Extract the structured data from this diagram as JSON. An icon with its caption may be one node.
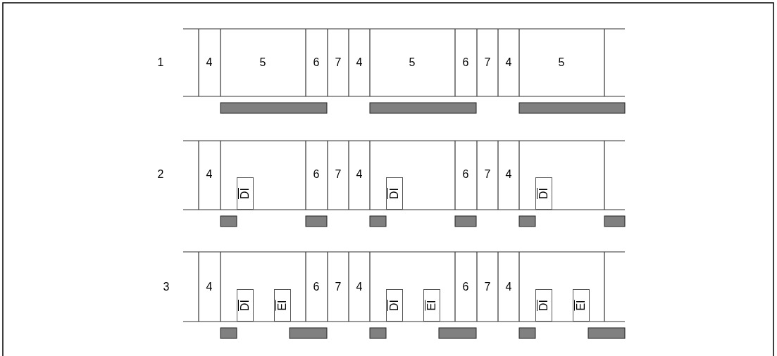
{
  "diagram": {
    "nodes": [
      {
        "text": [
          "DI"
        ]
      },
      {
        "text": [
          "DI"
        ]
      },
      {
        "text": [
          "DI"
        ]
      },
      {
        "text": [
          "DI"
        ]
      },
      {
        "text": [
          "EI"
        ]
      },
      {
        "text": [
          "DI"
        ]
      },
      {
        "text": [
          "EI"
        ]
      },
      {
        "text": [
          "DI"
        ]
      },
      {
        "text": [
          "EI"
        ]
      }
    ],
    "labels": [
      "1",
      "4",
      "5",
      "6",
      "7",
      "4",
      "5",
      "6",
      "7",
      "4",
      "5",
      "2",
      "4",
      "6",
      "7",
      "4",
      "6",
      "7",
      "4",
      "3",
      "4",
      "6",
      "7",
      "4",
      "6",
      "7",
      "4"
    ]
  }
}
